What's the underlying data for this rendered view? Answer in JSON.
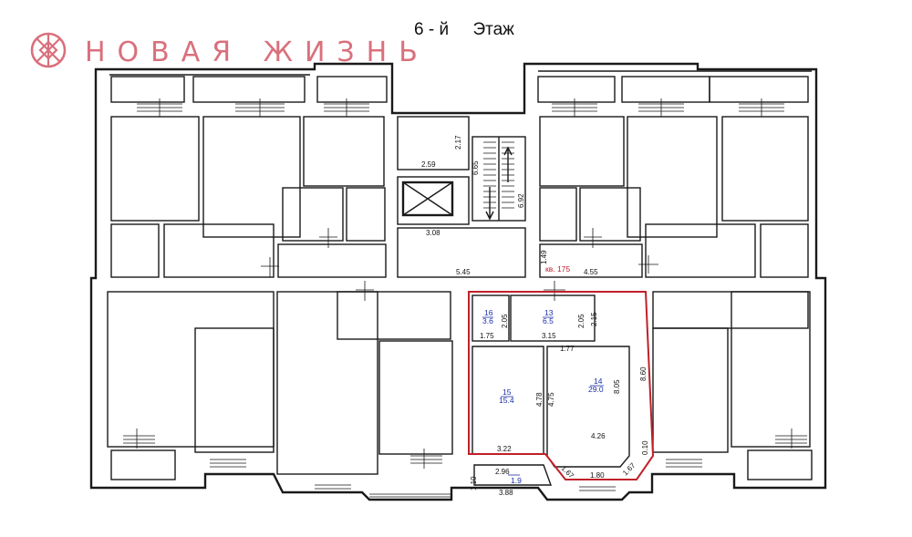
{
  "logo": {
    "text": "НОВАЯ ЖИЗНЬ",
    "color": "#d9707c"
  },
  "floor_title": "6 - й     Этаж",
  "apartment": {
    "label": "кв. 175",
    "outline_color": "#c0202a"
  },
  "rooms": [
    {
      "num": "16",
      "area": "3.6"
    },
    {
      "num": "13",
      "area": "6.5"
    },
    {
      "num": "15",
      "area": "15.4"
    },
    {
      "num": "14",
      "area": "29.0"
    },
    {
      "num": "",
      "area": "1.9"
    }
  ],
  "dimensions": {
    "d_2_17": "2.17",
    "d_2_59": "2.59",
    "d_6_65": "6.65",
    "d_6_92": "6.92",
    "d_3_08": "3.08",
    "d_5_45": "5.45",
    "d_1_49": "1.49",
    "d_4_55": "4.55",
    "d_2_05a": "2.05",
    "d_2_05b": "2.05",
    "d_2_15": "2.15",
    "d_1_75": "1.75",
    "d_3_15": "3.15",
    "d_1_77": "1.77",
    "d_4_78": "4.78",
    "d_4_75": "4.75",
    "d_8_05": "8.05",
    "d_8_60": "8.60",
    "d_4_26": "4.26",
    "d_3_22": "3.22",
    "d_1_67a": "1.67",
    "d_1_67b": "1.67",
    "d_1_80": "1.80",
    "d_0_10": "0.10",
    "d_2_96": "2.96",
    "d_1_10": "1.10",
    "d_3_88": "3.88"
  }
}
